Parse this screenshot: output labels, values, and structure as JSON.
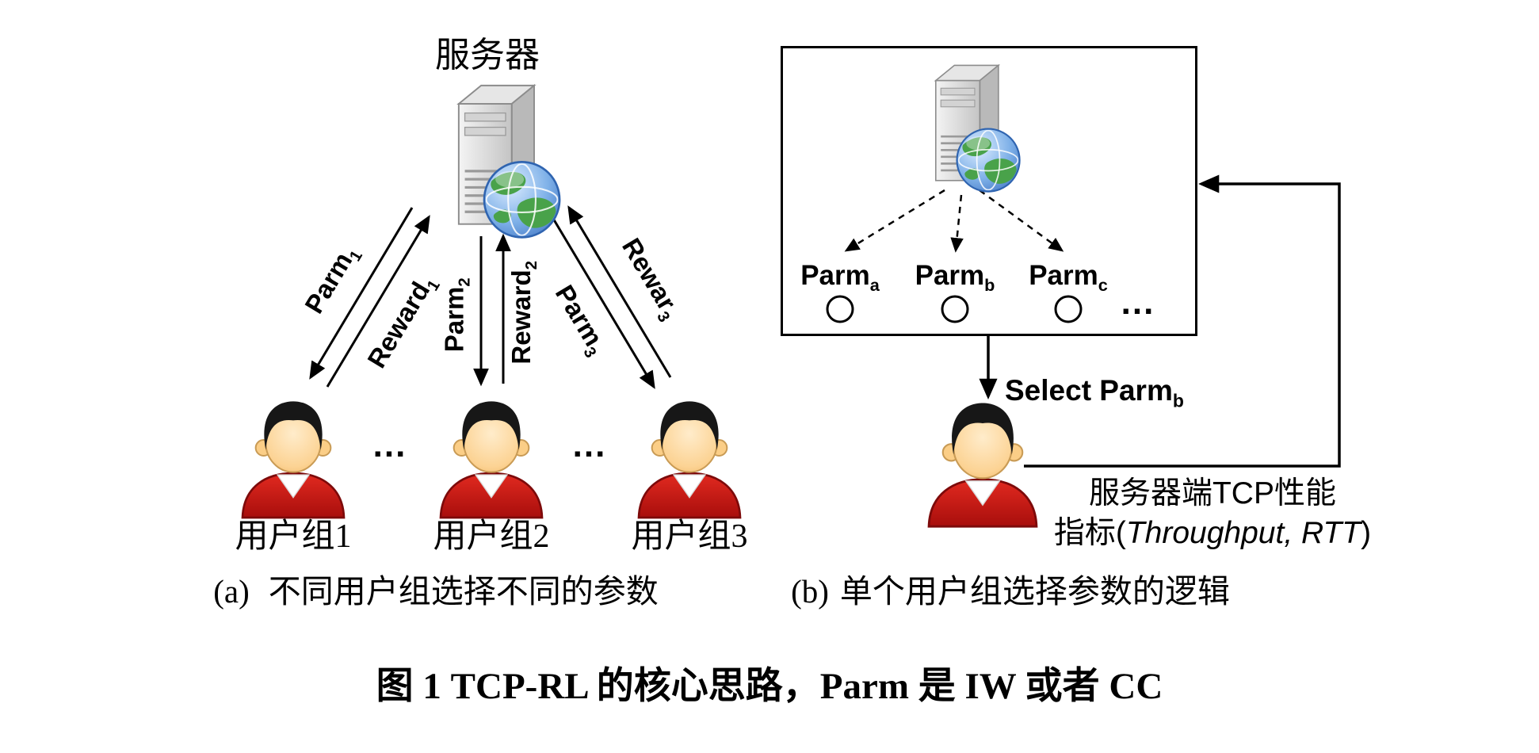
{
  "panel_a": {
    "server_label": "服务器",
    "arrows": [
      {
        "main": "Parm",
        "sub": "1"
      },
      {
        "main": "Reward",
        "sub": "1"
      },
      {
        "main": "Parm",
        "sub": "2"
      },
      {
        "main": "Reward",
        "sub": "2"
      },
      {
        "main": "Parm",
        "sub": "3"
      },
      {
        "main": "Rewar",
        "sub": "3"
      }
    ],
    "users": [
      {
        "label": "用户组1"
      },
      {
        "label": "用户组2"
      },
      {
        "label": "用户组3"
      }
    ],
    "dots": "...",
    "caption_prefix": "(a)",
    "caption_text": "不同用户组选择不同的参数"
  },
  "panel_b": {
    "params": [
      {
        "main": "Parm",
        "sub": "a"
      },
      {
        "main": "Parm",
        "sub": "b"
      },
      {
        "main": "Parm",
        "sub": "c"
      }
    ],
    "dots": "...",
    "select_label": {
      "main": "Select Parm",
      "sub": "b"
    },
    "feedback": {
      "line1": "服务器端TCP性能",
      "line2_prefix": "指标(",
      "line2_italic": "Throughput, RTT",
      "line2_suffix": ")"
    },
    "caption_prefix": "(b)",
    "caption_text": "单个用户组选择参数的逻辑"
  },
  "title": "图 1 TCP-RL 的核心思路，Parm 是 IW 或者 CC"
}
